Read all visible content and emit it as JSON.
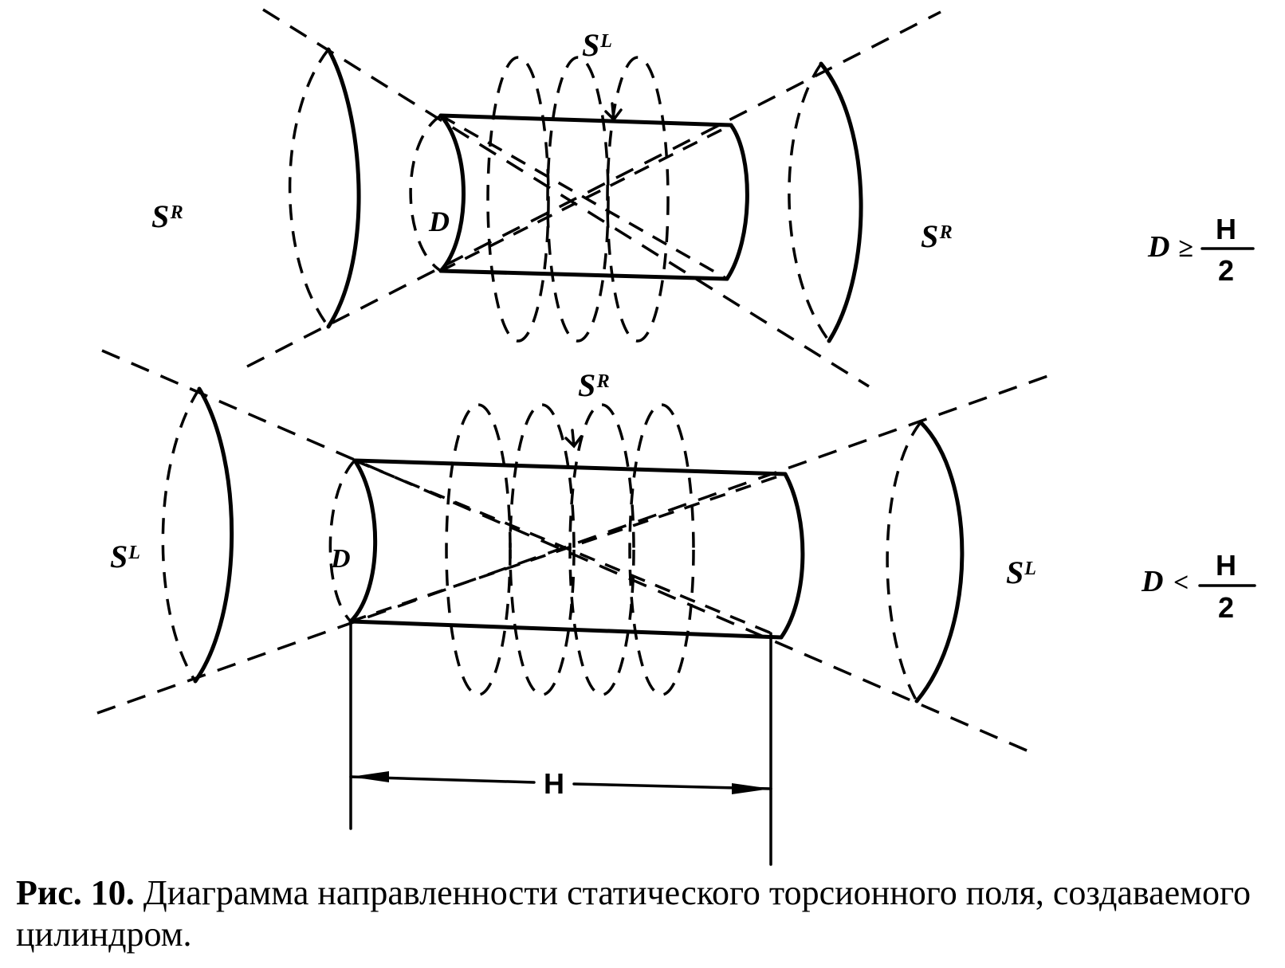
{
  "top_diagram": {
    "left_label": "Sᴿ",
    "right_label": "Sᴿ",
    "top_label": "Sᴸ",
    "diameter_label": "D",
    "condition": {
      "lhs": "D",
      "op": "≥",
      "num": "H",
      "den": "2"
    }
  },
  "bottom_diagram": {
    "left_label": "Sᴸ",
    "right_label": "Sᴸ",
    "top_label": "Sᴿ",
    "diameter_label": "D",
    "length_label": "H",
    "condition": {
      "lhs": "D",
      "op": "<",
      "num": "H",
      "den": "2"
    }
  },
  "caption": {
    "figure_number": "Рис. 10.",
    "text": "Диаграмма направленности статического торсионного поля, создаваемого цилиндром."
  }
}
